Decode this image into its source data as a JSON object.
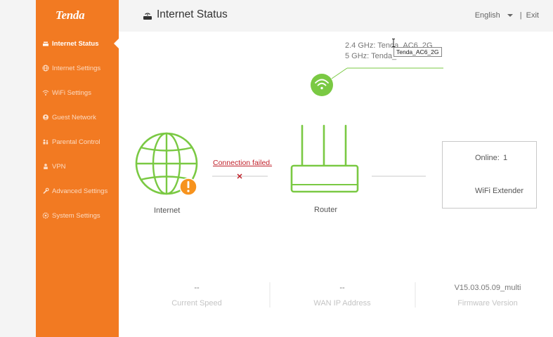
{
  "brand": {
    "logo": "Tenda"
  },
  "sidebar": {
    "items": [
      {
        "label": "Internet Status",
        "icon": "router-icon",
        "active": true
      },
      {
        "label": "Internet Settings",
        "icon": "globe-icon",
        "active": false
      },
      {
        "label": "WiFi Settings",
        "icon": "wifi-icon",
        "active": false
      },
      {
        "label": "Guest Network",
        "icon": "guest-icon",
        "active": false
      },
      {
        "label": "Parental Control",
        "icon": "parental-icon",
        "active": false
      },
      {
        "label": "VPN",
        "icon": "vpn-icon",
        "active": false
      },
      {
        "label": "Advanced Settings",
        "icon": "wrench-icon",
        "active": false
      },
      {
        "label": "System Settings",
        "icon": "gear-icon",
        "active": false
      }
    ]
  },
  "header": {
    "title": "Internet Status",
    "language": "English",
    "separator": "|",
    "exit": "Exit"
  },
  "wifi": {
    "band24": "2.4 GHz: Tenda_AC6_2G",
    "band5": "5 GHz: Tenda_",
    "tooltip": "Tenda_AC6_2G"
  },
  "diagram": {
    "internet_label": "Internet",
    "router_label": "Router",
    "connection_status": "Connection failed.",
    "online_label": "Online:",
    "online_count": "1",
    "extender_label": "WiFi Extender"
  },
  "stats": [
    {
      "value": "--",
      "label": "Current Speed"
    },
    {
      "value": "--",
      "label": "WAN IP Address"
    },
    {
      "value": "V15.03.05.09_multi",
      "label": "Firmware Version"
    }
  ],
  "colors": {
    "orange": "#f27a22",
    "green": "#7ac943",
    "warning": "#f7931e",
    "error": "#c0212b"
  }
}
